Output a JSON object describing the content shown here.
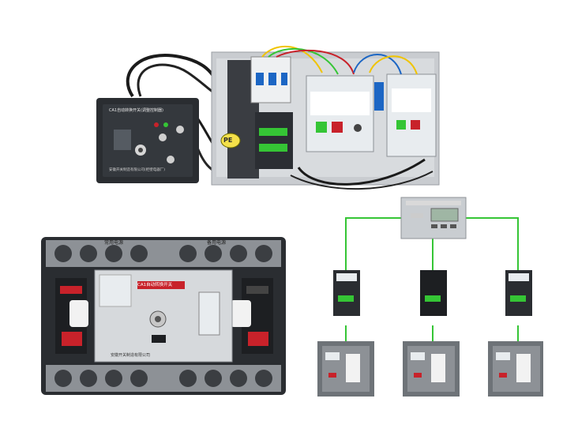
{
  "controller_panel": {
    "title": "CA1自动转换开关(调整控制器)",
    "maker": "安徽开关制造有限公司(柜壁电器厂)"
  },
  "backplate": {
    "pe_label": "PE"
  },
  "breaker": {
    "label_left": "常用电源",
    "label_right": "备用电源",
    "module_name": "CA1自动转换开关",
    "maker": "安徽开关制造有限公司"
  },
  "network": {
    "line_color": "#35c535"
  },
  "colors": {
    "device_dark": "#2a2d31",
    "device_grey": "#8d9196",
    "panel_light": "#e8ecef",
    "accent_red": "#c8222a",
    "accent_green": "#35c535"
  }
}
